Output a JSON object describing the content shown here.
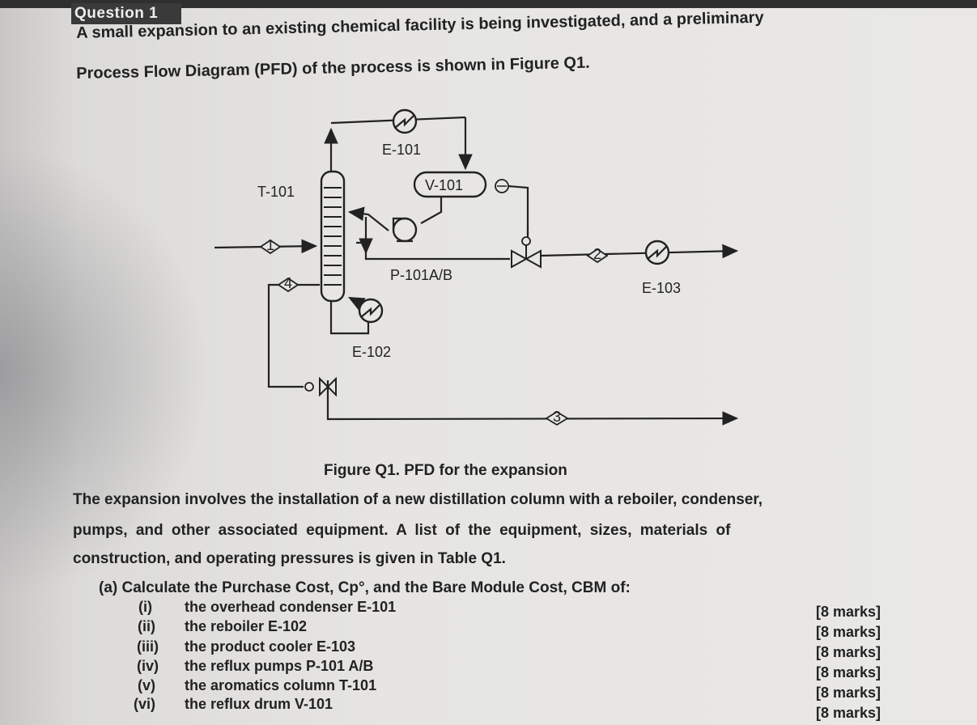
{
  "header": {
    "title": "Question 1"
  },
  "intro": {
    "line1": "A small expansion to an existing chemical facility is being investigated, and a preliminary",
    "line2": "Process Flow Diagram (PFD) of the process is shown in Figure Q1."
  },
  "diagram": {
    "labels": {
      "e101": "E-101",
      "t101": "T-101",
      "v101": "V-101",
      "p101": "P-101A/B",
      "e103": "E-103",
      "e102": "E-102"
    },
    "streams": [
      "1",
      "2",
      "3",
      "4"
    ]
  },
  "figure_caption": "Figure Q1. PFD for the expansion",
  "body": {
    "line1": "The expansion involves the installation of a new distillation column with a reboiler, condenser,",
    "line2": "pumps, and other associated equipment. A list of the equipment, sizes, materials of",
    "line3": "construction, and operating pressures is given in Table Q1."
  },
  "part_a": {
    "prompt": "(a) Calculate the Purchase Cost, Cp°, and the Bare Module Cost, CBM of:",
    "items": [
      {
        "num": "(i)",
        "text": "the overhead condenser E-101",
        "marks": "[8 marks]"
      },
      {
        "num": "(ii)",
        "text": "the reboiler E-102",
        "marks": "[8 marks]"
      },
      {
        "num": "(iii)",
        "text": "the product cooler E-103",
        "marks": "[8 marks]"
      },
      {
        "num": "(iv)",
        "text": "the reflux pumps P-101 A/B",
        "marks": "[8 marks]"
      },
      {
        "num": "(v)",
        "text": "the aromatics column T-101",
        "marks": "[8 marks]"
      },
      {
        "num": "(vi)",
        "text": "the reflux drum V-101",
        "marks": "[8 marks]"
      }
    ]
  }
}
